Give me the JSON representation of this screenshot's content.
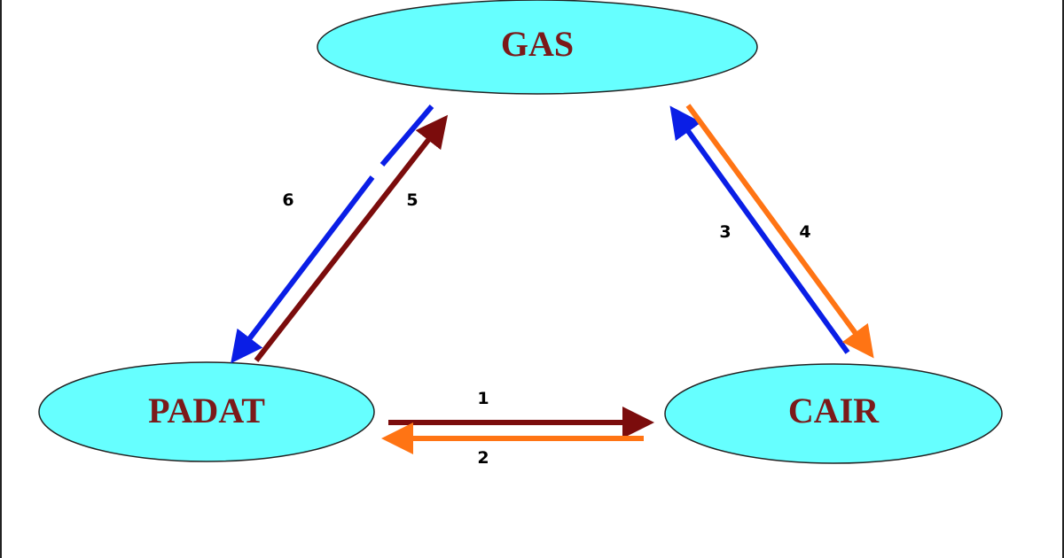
{
  "states": {
    "gas": "GAS",
    "solid": "PADAT",
    "liquid": "CAIR"
  },
  "transitions": {
    "t1": "1",
    "t2": "2",
    "t3": "3",
    "t4": "4",
    "t5": "5",
    "t6": "6"
  },
  "colors": {
    "ellipse_fill": "#66FFFF",
    "ellipse_stroke": "#222222",
    "label_text": "#7B1A1A",
    "dark_red_arrow": "#7B0C0C",
    "orange_arrow": "#FF7414",
    "blue_arrow": "#0A1EE6"
  }
}
